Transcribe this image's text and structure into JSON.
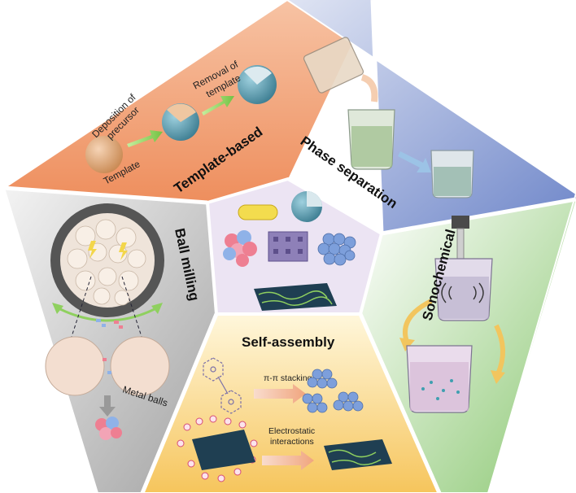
{
  "sections": {
    "template": {
      "title": "Template-based",
      "label_template": "Template",
      "label_deposition_1": "Deposition of",
      "label_deposition_2": "precursor",
      "label_removal_1": "Removal of",
      "label_removal_2": "template"
    },
    "phase": {
      "title": "Phase separation"
    },
    "sono": {
      "title": "Sonochemical"
    },
    "self": {
      "title": "Self-assembly",
      "label_pi": "π-π stacking",
      "label_electro_1": "Electrostatic",
      "label_electro_2": "interactions"
    },
    "ball": {
      "title": "Ball milling",
      "label_metal": "Metal balls"
    }
  },
  "colors": {
    "template_bg": "#f3a47c",
    "phase_bg": "#7e93cf",
    "sono_bg": "#9dcf86",
    "self_bg": "#f6cc6a",
    "ball_bg": "#b7b7b7",
    "center_bg": "#ece4f3",
    "shell_blue": "#5e9fb3",
    "arrow_green": "#8fd05f",
    "arrow_peach": "#f2b89a"
  }
}
